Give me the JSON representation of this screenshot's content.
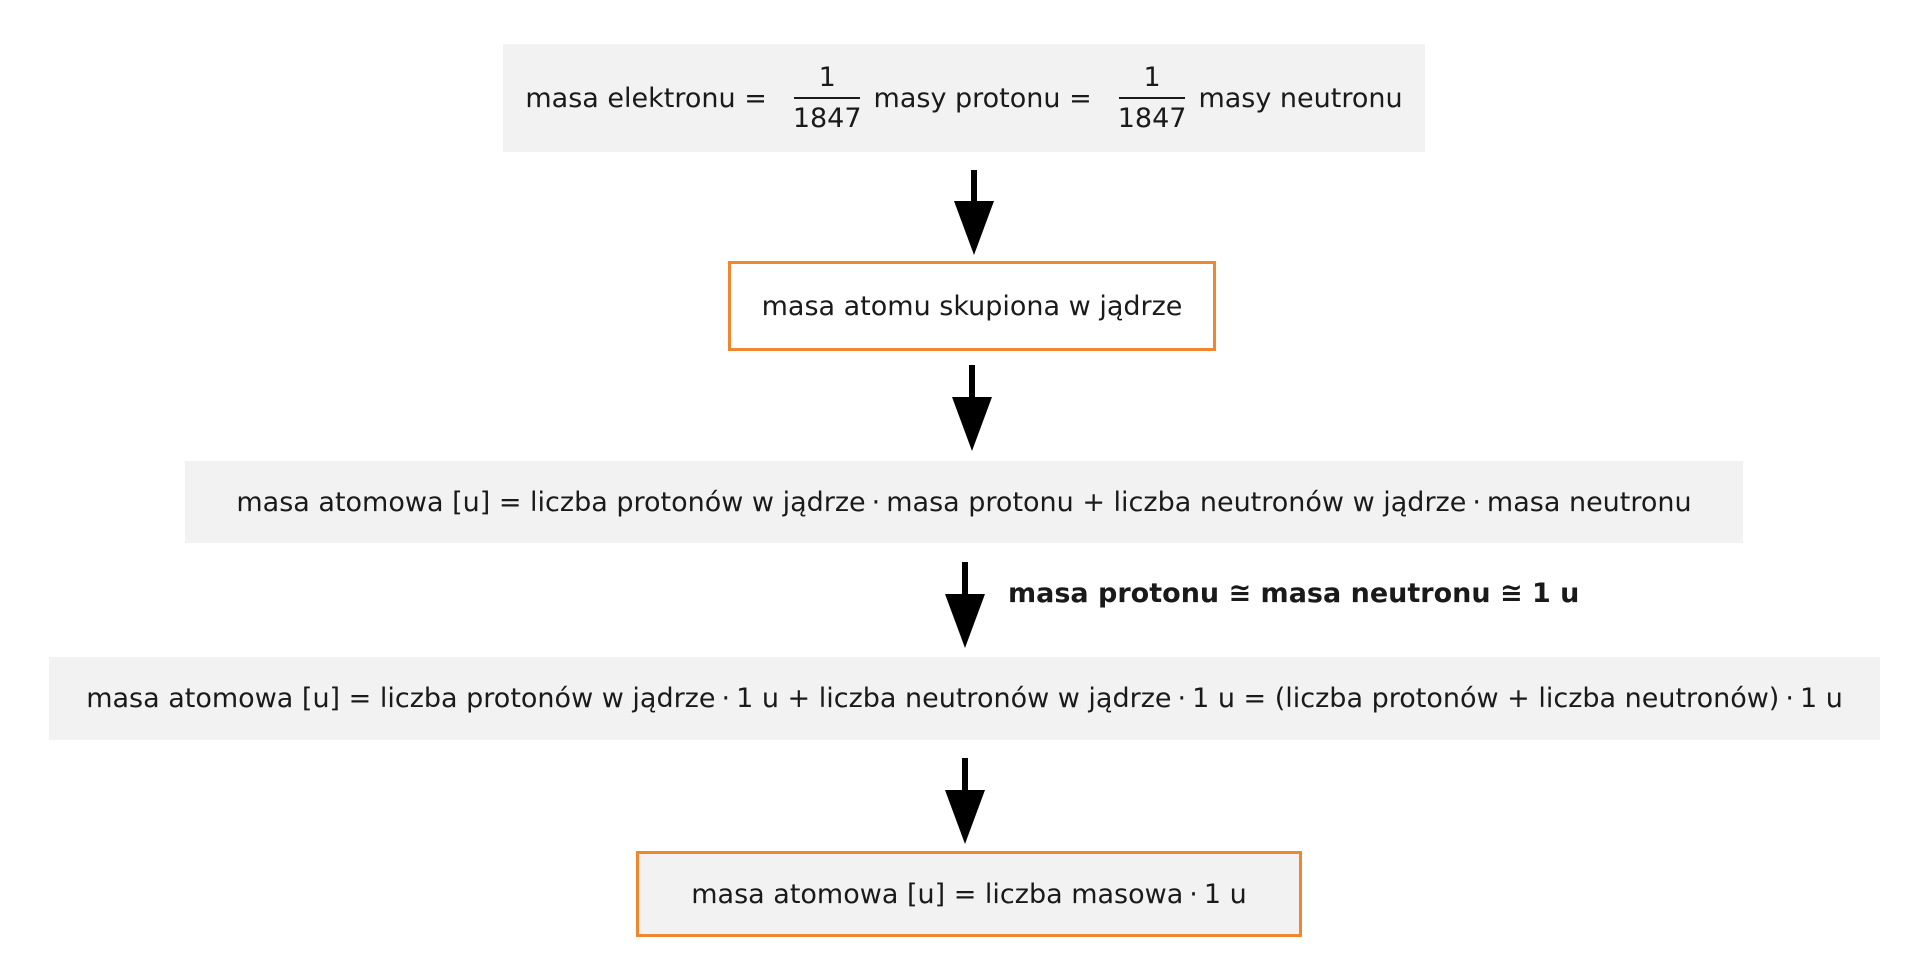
{
  "box1": {
    "prefix": "masa elektronu =",
    "frac1_num": "1",
    "frac1_den": "1847",
    "middle": "masy protonu =",
    "frac2_num": "1",
    "frac2_den": "1847",
    "suffix": "masy neutronu"
  },
  "box2": {
    "text": "masa atomu skupiona w jądrze"
  },
  "box3": {
    "part1": "masa atomowa [u] = liczba protonów w jądrze",
    "dot1": "·",
    "part2": "masa protonu + liczba neutronów w jądrze",
    "dot2": "·",
    "part3": "masa neutronu"
  },
  "approx_label": "masa protonu ≅ masa neutronu ≅ 1 u",
  "box4": {
    "part1": "masa atomowa [u] = liczba protonów w jądrze",
    "dot1": "·",
    "part2": "1 u + liczba neutronów w jądrze",
    "dot2": "·",
    "part3": "1 u = (liczba protonów + liczba neutronów)",
    "dot3": "·",
    "part4": "1 u"
  },
  "box5": {
    "part1": "masa atomowa [u] = liczba masowa",
    "dot1": "·",
    "part2": "1 u"
  },
  "colors": {
    "box_fill": "#f2f2f2",
    "highlight_border": "#f0862e",
    "arrow": "#000000"
  }
}
